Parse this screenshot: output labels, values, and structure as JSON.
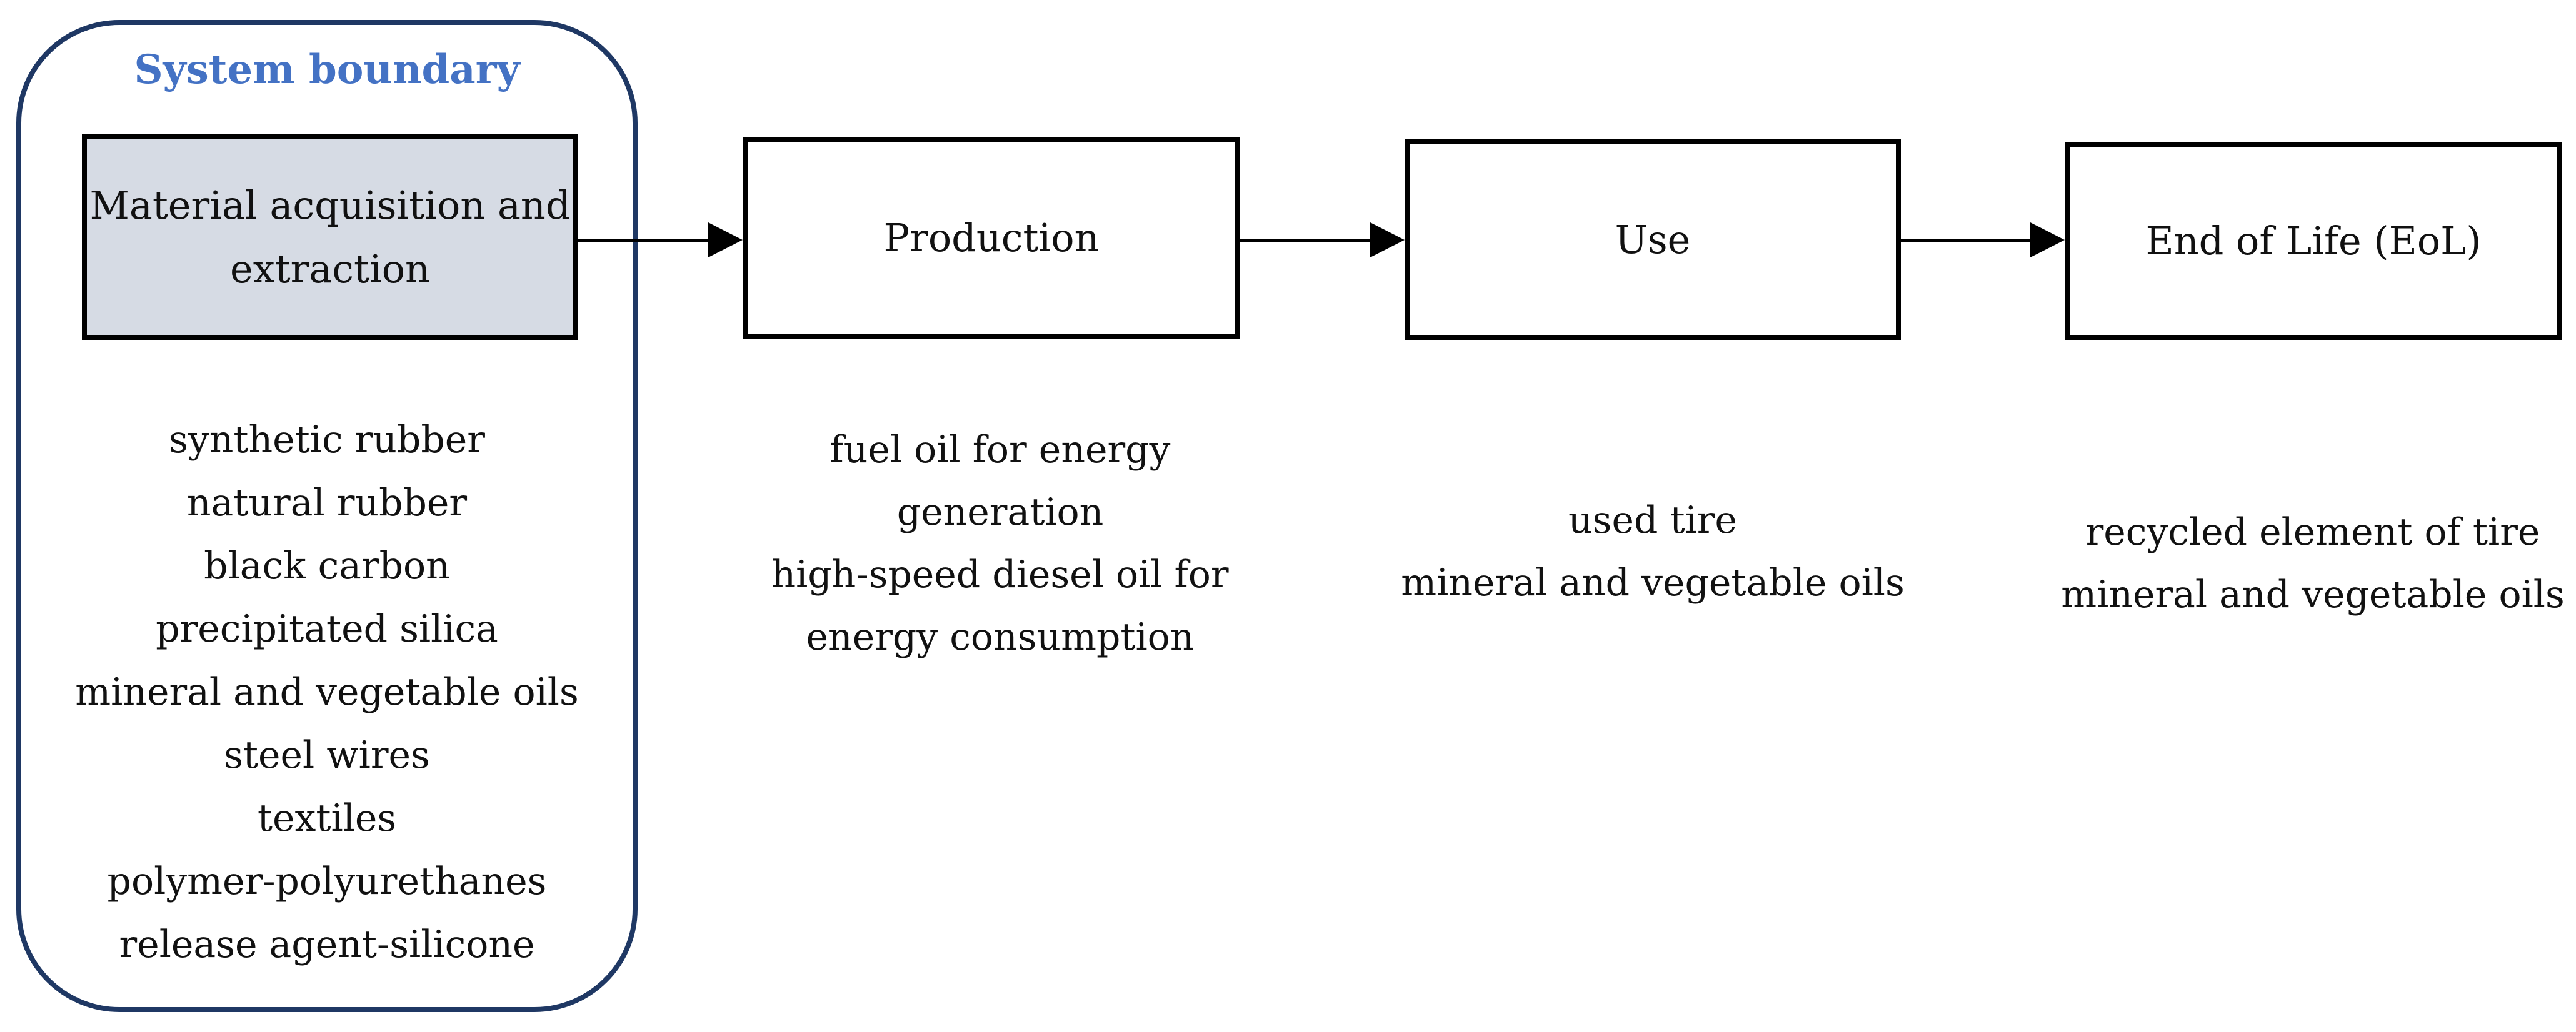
{
  "colors": {
    "background": "#ffffff",
    "boundary_border": "#1f3864",
    "boundary_title_blue": "#4472c4",
    "material_box_fill": "#d6dbe4",
    "box_border": "#000000",
    "text": "#111111"
  },
  "system_boundary": {
    "label": "System boundary"
  },
  "stages": [
    {
      "name": "Material acquisition and extraction",
      "box_lines": [
        "Material acquisition and",
        "extraction"
      ],
      "list_lines": [
        "synthetic rubber",
        "natural rubber",
        "black carbon",
        "precipitated silica",
        "mineral and vegetable oils",
        "steel wires",
        "textiles",
        "polymer-polyurethanes",
        "release agent-silicone"
      ]
    },
    {
      "name": "Production",
      "box_lines": [
        "Production"
      ],
      "list_lines": [
        "fuel oil for energy",
        "generation",
        "high-speed diesel oil for",
        "energy consumption"
      ]
    },
    {
      "name": "Use",
      "box_lines": [
        "Use"
      ],
      "list_lines": [
        "used tire",
        "mineral and vegetable oils"
      ]
    },
    {
      "name": "End of Life (EoL)",
      "box_lines": [
        "End of Life (EoL)"
      ],
      "list_lines": [
        "recycled element of tire",
        "mineral and vegetable oils"
      ]
    }
  ]
}
